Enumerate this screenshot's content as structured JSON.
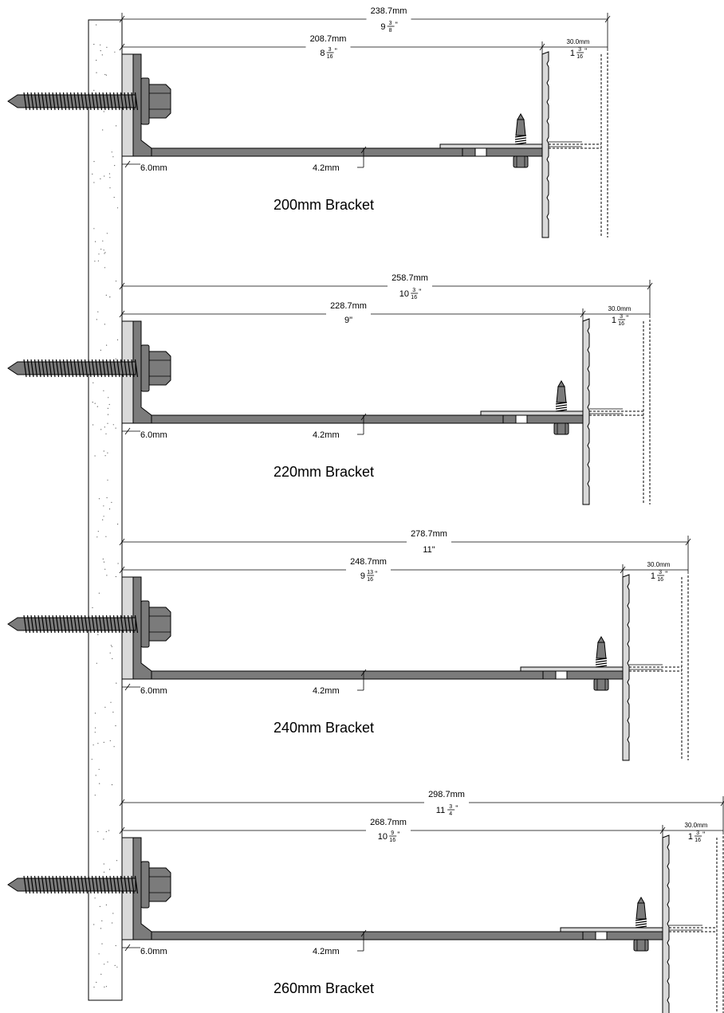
{
  "colors": {
    "bracket_fill": "#7b7b7b",
    "washer_fill": "#d9d9d9",
    "background": "#ffffff",
    "line": "#000000"
  },
  "brackets": [
    {
      "title": "200mm Bracket",
      "overall_mm": "238.7mm",
      "overall_in": {
        "whole": "9",
        "num": "3",
        "den": "8"
      },
      "inner_mm": "208.7mm",
      "inner_in": {
        "whole": "8",
        "num": "3",
        "den": "16"
      },
      "gap_mm": "30.0mm",
      "gap_in": {
        "whole": "1",
        "num": "3",
        "den": "16"
      },
      "thickness_label": "6.0mm",
      "web_label": "4.2mm"
    },
    {
      "title": "220mm Bracket",
      "overall_mm": "258.7mm",
      "overall_in": {
        "whole": "10",
        "num": "3",
        "den": "16"
      },
      "inner_mm": "228.7mm",
      "inner_in": {
        "whole": "9\"",
        "num": "",
        "den": ""
      },
      "gap_mm": "30.0mm",
      "gap_in": {
        "whole": "1",
        "num": "3",
        "den": "16"
      },
      "thickness_label": "6.0mm",
      "web_label": "4.2mm"
    },
    {
      "title": "240mm Bracket",
      "overall_mm": "278.7mm",
      "overall_in": {
        "whole": "11\"",
        "num": "",
        "den": ""
      },
      "inner_mm": "248.7mm",
      "inner_in": {
        "whole": "9",
        "num": "13",
        "den": "16"
      },
      "gap_mm": "30.0mm",
      "gap_in": {
        "whole": "1",
        "num": "3",
        "den": "16"
      },
      "thickness_label": "6.0mm",
      "web_label": "4.2mm"
    },
    {
      "title": "260mm Bracket",
      "overall_mm": "298.7mm",
      "overall_in": {
        "whole": "11",
        "num": "3",
        "den": "4"
      },
      "inner_mm": "268.7mm",
      "inner_in": {
        "whole": "10",
        "num": "9",
        "den": "16"
      },
      "gap_mm": "30.0mm",
      "gap_in": {
        "whole": "1",
        "num": "3",
        "den": "16"
      },
      "thickness_label": "6.0mm",
      "web_label": "4.2mm"
    }
  ]
}
